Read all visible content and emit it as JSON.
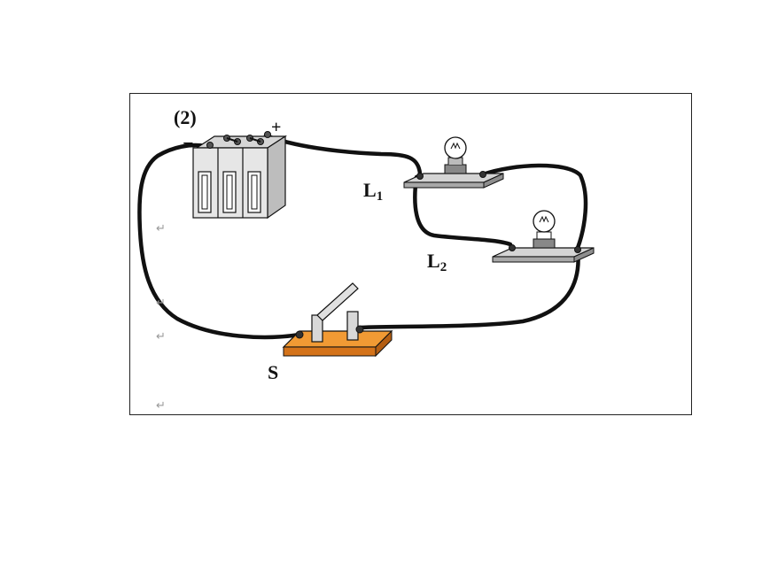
{
  "figure_label": "(2)",
  "battery": {
    "plus": "+",
    "minus": "−"
  },
  "lamps": [
    {
      "label": "L",
      "sub": "1"
    },
    {
      "label": "L",
      "sub": "2"
    }
  ],
  "switch_label": "S",
  "paragraph_mark": "↵",
  "colors": {
    "wire": "#111111",
    "switch_base": "#e8861c",
    "lamp_base": "#c8c8c8",
    "battery": "#e6e6e6"
  }
}
